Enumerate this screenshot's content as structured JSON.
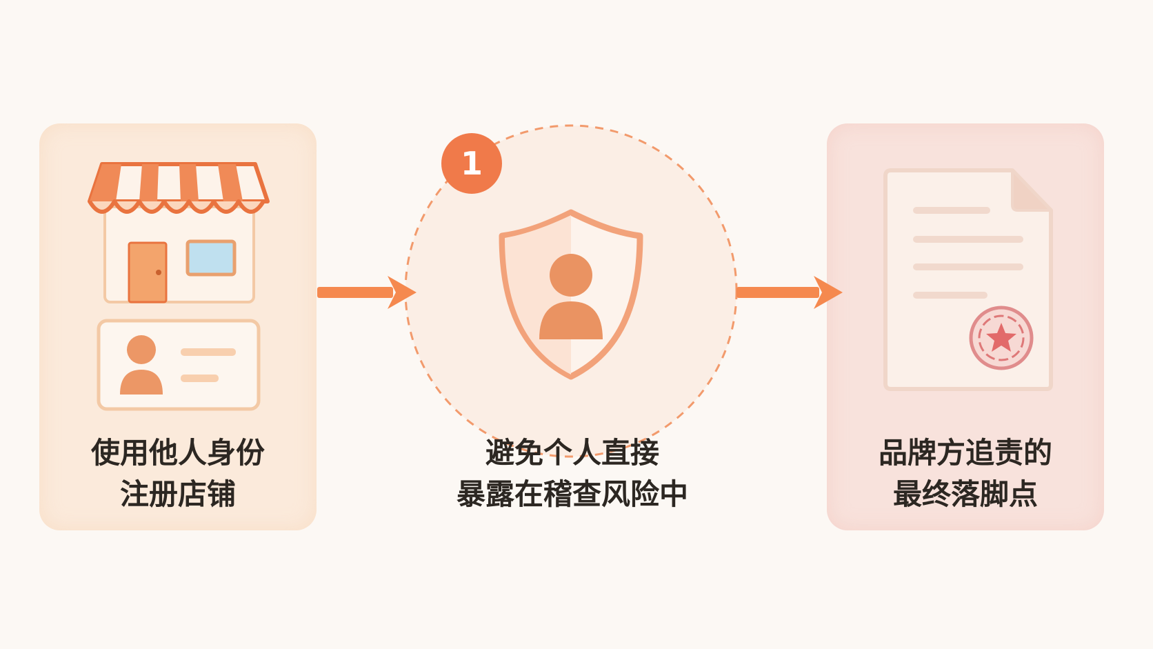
{
  "left_panel": {
    "line1": "使用他人身份",
    "line2": "注册店铺",
    "icon": "storefront-with-id-card-icon"
  },
  "center": {
    "step_number": "1",
    "line1": "避免个人直接",
    "line2": "暴露在稽查风险中",
    "icon": "shield-person-icon"
  },
  "right_panel": {
    "line1": "品牌方追责的",
    "line2": "最终落脚点",
    "icon": "document-with-seal-icon"
  },
  "colors": {
    "accent": "#f5894f",
    "background": "#fcf8f4",
    "left_panel": "#fbeadb",
    "right_panel": "#f8e2dc",
    "text": "#2c2722"
  }
}
